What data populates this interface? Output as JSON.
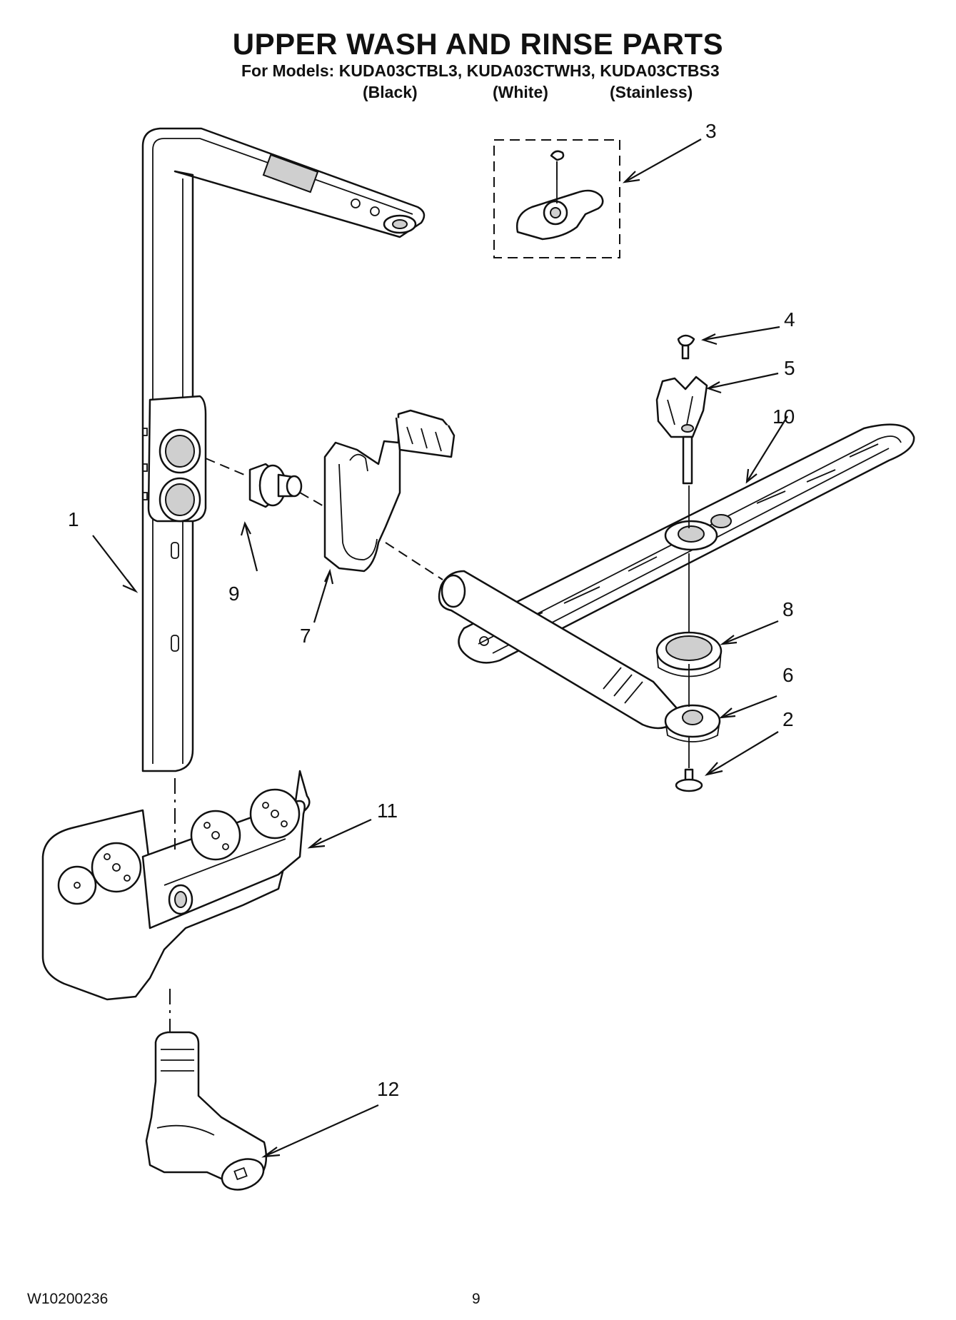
{
  "header": {
    "title": "UPPER WASH AND RINSE PARTS",
    "models_line": "For Models: KUDA03CTBL3, KUDA03CTWH3, KUDA03CTBS3",
    "variants": [
      "(Black)",
      "(White)",
      "(Stainless)"
    ]
  },
  "callouts": [
    "1",
    "2",
    "3",
    "4",
    "5",
    "6",
    "7",
    "8",
    "9",
    "10",
    "11",
    "12"
  ],
  "footer": {
    "doc_id": "W10200236",
    "page_number": "9"
  }
}
